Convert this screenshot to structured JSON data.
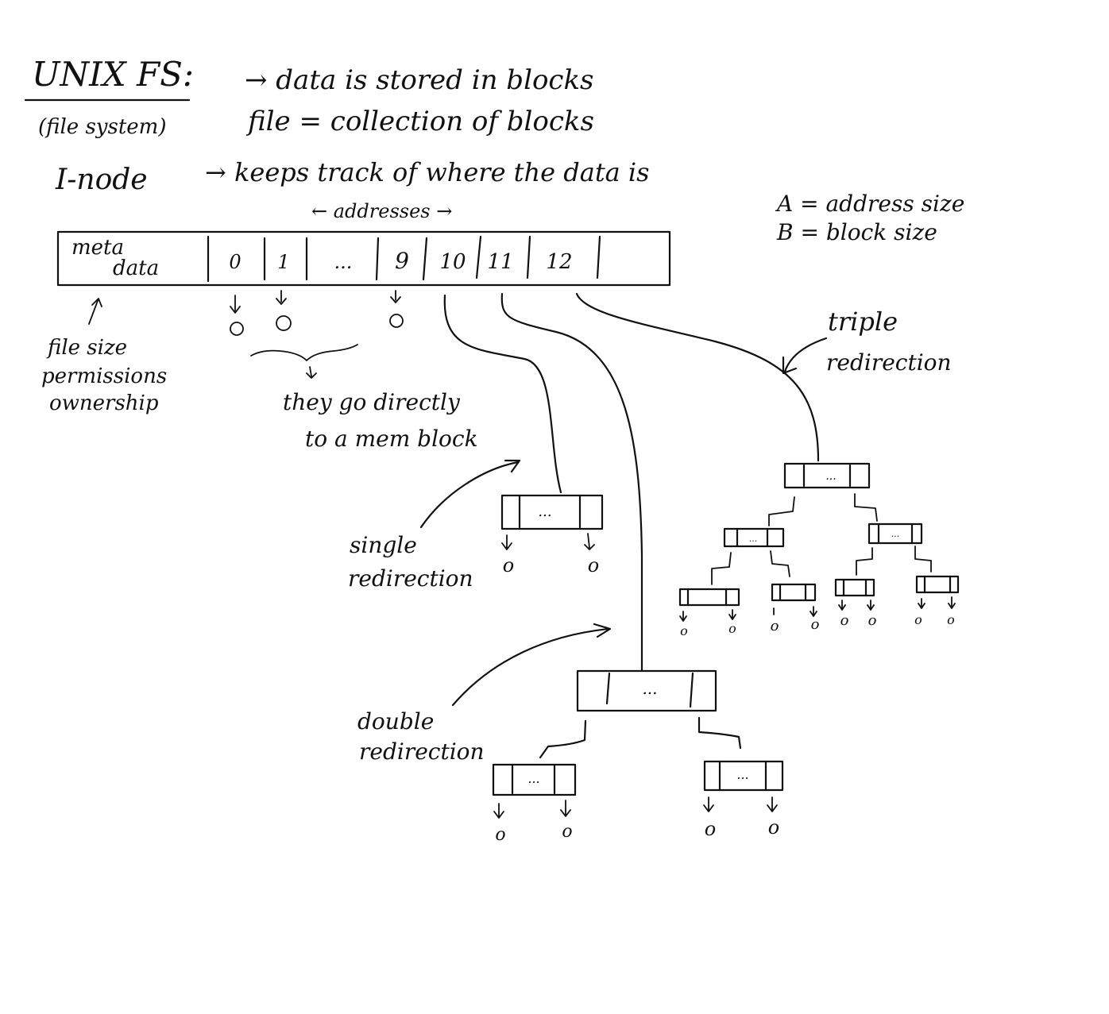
{
  "title": "UNIX FS:",
  "subtitle": "(file system)",
  "notes": {
    "line1": "→ data is stored in blocks",
    "line2": "file = collection of blocks",
    "inode": "I-node",
    "inode_desc": "→ keeps track of where the data is",
    "addresses": "← addresses →"
  },
  "legend": {
    "a": "A = address size",
    "b": "B = block size"
  },
  "inode_table": {
    "meta_line1": "meta",
    "meta_line2": "data",
    "cells": [
      "0",
      "1",
      "...",
      "9",
      "10",
      "11",
      "12"
    ]
  },
  "metadata_notes": [
    "file size",
    "permissions",
    "ownership"
  ],
  "direct_note": [
    "they go directly",
    "to a mem block"
  ],
  "labels": {
    "single_1": "single",
    "single_2": "redirection",
    "double_1": "double",
    "double_2": "redirection",
    "triple_1": "triple",
    "triple_2": "redirection"
  },
  "block_glyph": "...",
  "leaf_glyph": "o"
}
